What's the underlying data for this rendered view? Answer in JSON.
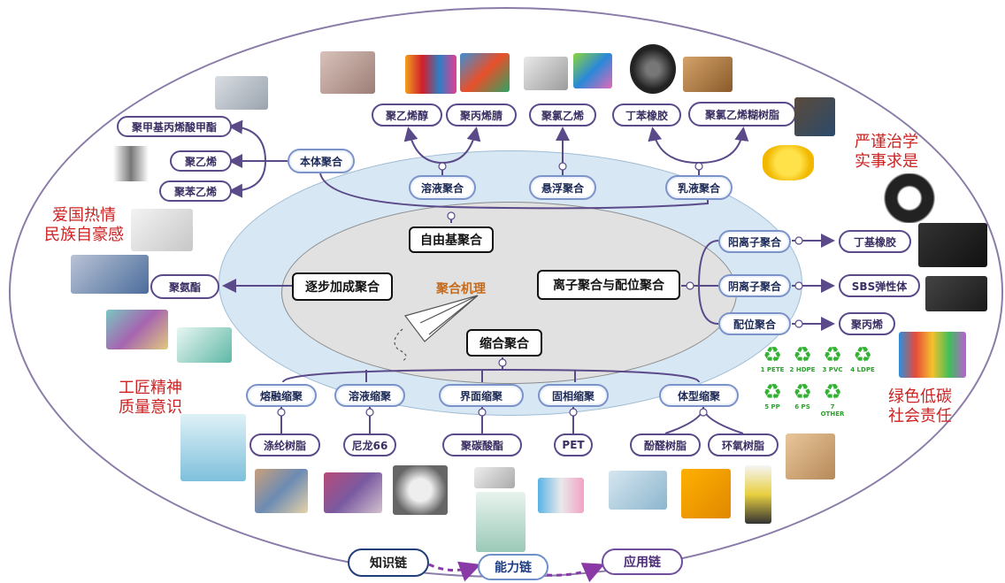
{
  "center": {
    "title": "聚合机理"
  },
  "main_nodes": {
    "free_radical": "自由基聚合",
    "stepwise": "逐步加成聚合",
    "ionic": "离子聚合与配位聚合",
    "condensation": "缩合聚合"
  },
  "free_radical_methods": [
    "本体聚合",
    "溶液聚合",
    "悬浮聚合",
    "乳液聚合"
  ],
  "bulk_products": [
    "聚甲基丙烯酸甲酯",
    "聚乙烯",
    "聚苯乙烯"
  ],
  "solution_products": [
    "聚乙烯醇",
    "聚丙烯腈"
  ],
  "suspension_products": [
    "聚氯乙烯"
  ],
  "emulsion_products": [
    "丁苯橡胶",
    "聚氯乙烯糊树脂"
  ],
  "stepwise_products": [
    "聚氨酯"
  ],
  "ionic_methods": [
    "阳离子聚合",
    "阴离子聚合",
    "配位聚合"
  ],
  "ionic_products": [
    "丁基橡胶",
    "SBS弹性体",
    "聚丙烯"
  ],
  "condensation_methods": [
    "熔融缩聚",
    "溶液缩聚",
    "界面缩聚",
    "固相缩聚",
    "体型缩聚"
  ],
  "condensation_products": [
    "涤纶树脂",
    "尼龙66",
    "聚碳酸酯",
    "PET",
    "酚醛树脂",
    "环氧树脂"
  ],
  "values": {
    "v1": "严谨治学\n实事求是",
    "v2": "爱国热情\n民族自豪感",
    "v3": "工匠精神\n质量意识",
    "v4": "绿色低碳\n社会责任"
  },
  "recycle_codes": [
    {
      "num": "1",
      "label": "PETE"
    },
    {
      "num": "2",
      "label": "HDPE"
    },
    {
      "num": "3",
      "label": "PVC"
    },
    {
      "num": "4",
      "label": "LDPE"
    },
    {
      "num": "5",
      "label": "PP"
    },
    {
      "num": "6",
      "label": "PS"
    },
    {
      "num": "7",
      "label": "OTHER"
    }
  ],
  "chains": [
    "知识链",
    "能力链",
    "应用链"
  ],
  "colors": {
    "purple": "#5b4a8a",
    "red": "#cc2222",
    "blue": "#7c93c9",
    "orange": "#c46a1c",
    "green": "#33b133"
  }
}
